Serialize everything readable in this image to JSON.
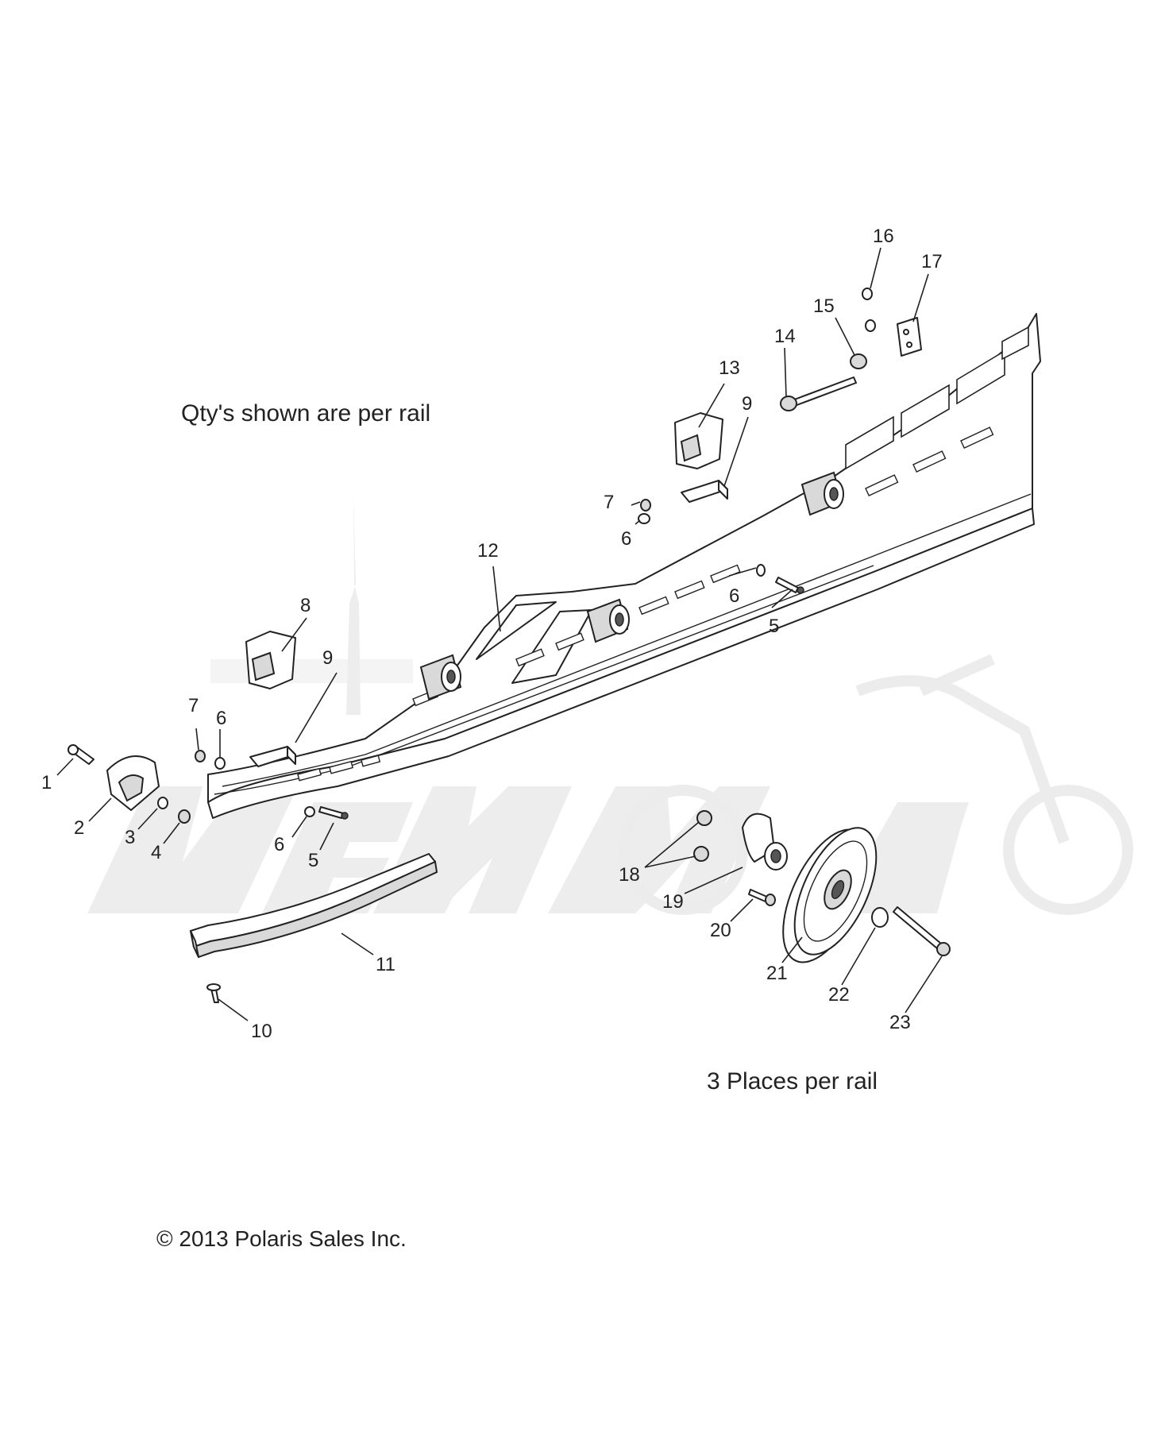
{
  "notes": {
    "qty_note": "Qty's shown are per rail",
    "places_note": "3 Places per rail",
    "copyright": "© 2013 Polaris Sales Inc."
  },
  "callouts": [
    "1",
    "2",
    "3",
    "4",
    "5",
    "5",
    "6",
    "6",
    "6",
    "6",
    "7",
    "7",
    "8",
    "9",
    "9",
    "10",
    "11",
    "12",
    "13",
    "14",
    "15",
    "16",
    "17",
    "18",
    "19",
    "20",
    "21",
    "22",
    "23"
  ],
  "watermark": {
    "color": "#ededed"
  }
}
